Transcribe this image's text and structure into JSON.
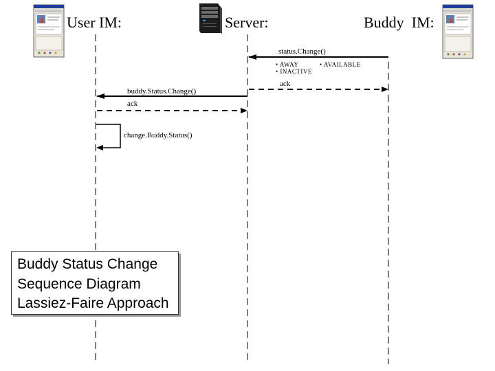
{
  "participants": {
    "user": {
      "label": "User IM:",
      "icon": "im-window-icon"
    },
    "server": {
      "label": "Server:",
      "icon": "server-tower-icon"
    },
    "buddy": {
      "label": "Buddy  IM:",
      "icon": "im-window-icon"
    }
  },
  "messages": {
    "status_change": "status.Change()",
    "ack_1": "ack",
    "buddy_status_change": "buddy.Status.Change()",
    "ack_2": "ack",
    "change_buddy_status": "change.Buddy.Status()"
  },
  "status_values": {
    "away": "• AWAY",
    "inactive": "• INACTIVE",
    "available": "• AVAILABLE"
  },
  "caption": {
    "line1": "Buddy Status Change",
    "line2": "Sequence Diagram",
    "line3": "Lassiez-Faire Approach"
  }
}
